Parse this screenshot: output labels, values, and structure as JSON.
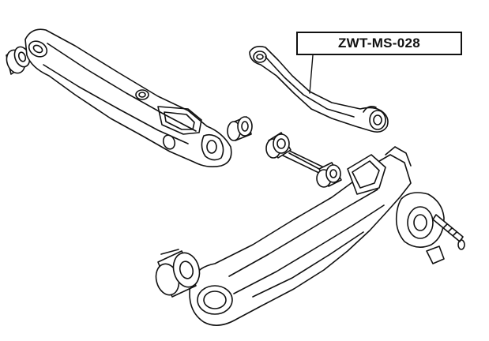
{
  "part_label": {
    "text": "ZWT-MS-028"
  },
  "colors": {
    "line": "#111111",
    "background": "#ffffff",
    "label_border": "#111111"
  },
  "components": [
    "left-bushing",
    "upper-trailing-arm",
    "middle-bushing",
    "upper-control-arm",
    "toe-link",
    "toe-link-bushing",
    "front-lower-bushing",
    "lower-control-arm",
    "hub-carrier",
    "hub-stud"
  ]
}
